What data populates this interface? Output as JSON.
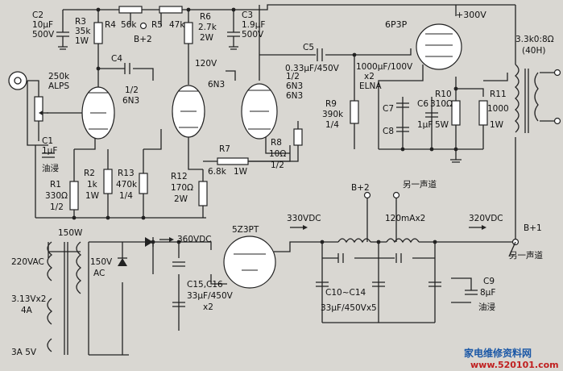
{
  "labels": {
    "c2": "C2",
    "c2_val": "10μF",
    "c2_v": "500V",
    "r3": "R3",
    "r3_val": "35k",
    "r3_w": "1W",
    "r4": "R4",
    "r4_val": "56k",
    "r5": "R5",
    "r5_val": "47k",
    "b2_top": "B+2",
    "r6": "R6",
    "r6_val": "2.7k",
    "r6_w": "2W",
    "c3": "C3",
    "c3_val": "1.9μF",
    "c3_v": "500V",
    "v300": "+300V",
    "tube_6p3p": "6P3P",
    "ot": "3.3k0:8Ω",
    "ot_h": "(40H)",
    "c4": "C4",
    "pot": "250k",
    "pot_type": "ALPS",
    "half1": "1/2",
    "tube1": "6N3",
    "v120": "120V",
    "tube2": "6N3",
    "half3": "1/2",
    "tube3": "6N3",
    "c5": "C5",
    "c5_val": "0.33μF/450V",
    "c6c7_val": "1000μF/100V",
    "c6c7_x2": "x2",
    "c6c7_type": "ELNA",
    "r9": "R9",
    "r9_val": "390k",
    "r9_w": "1/4",
    "c7": "C7",
    "c8": "C8",
    "c6": "C6",
    "c6_val": "1μF",
    "r10": "R10",
    "r10_val": "310Ω",
    "r10_w": "5W",
    "r11": "R11",
    "r11_val": "1000",
    "r11_w": "1W",
    "c1": "C1",
    "c1_val": "1μF",
    "c1_type": "油浸",
    "r2": "R2",
    "r2_val": "1k",
    "r2_w": "1W",
    "r13": "R13",
    "r13_val": "470k",
    "r13_w": "1/4",
    "r1": "R1",
    "r1_val": "330Ω",
    "r1_w": "1/2",
    "r12": "R12",
    "r12_val": "170Ω",
    "r12_w": "2W",
    "r7": "R7",
    "r7_val": "6.8k",
    "r7_w": "1W",
    "r8": "R8",
    "r8_val": "10Ω",
    "r8_w": "1/2",
    "b2_mid": "B+2",
    "other_ch_top": "另一声道",
    "ps_150w": "150W",
    "ps_220": "220VAC",
    "ps_150ac": "150V",
    "ps_ac": "AC",
    "ps_313": "3.13Vx2",
    "ps_4a": "4A",
    "ps_3a": "3A 5V",
    "v360": "360VDC",
    "tube_5z3pt": "5Z3PT",
    "c15": "C15,C16",
    "c15_val": "33μF/450V",
    "c15_x2": "x2",
    "v330": "330VDC",
    "choke": "120mAx2",
    "v320": "320VDC",
    "b1": "B+1",
    "other_ch_bot": "另一声道",
    "c10": "C10~C14",
    "c10_val": "33μF/450Vx5",
    "c9": "C9",
    "c9_val": "8μF",
    "c9_type": "油浸",
    "wm_main": "家电维修资料网",
    "wm_url": "www.520101.com"
  }
}
